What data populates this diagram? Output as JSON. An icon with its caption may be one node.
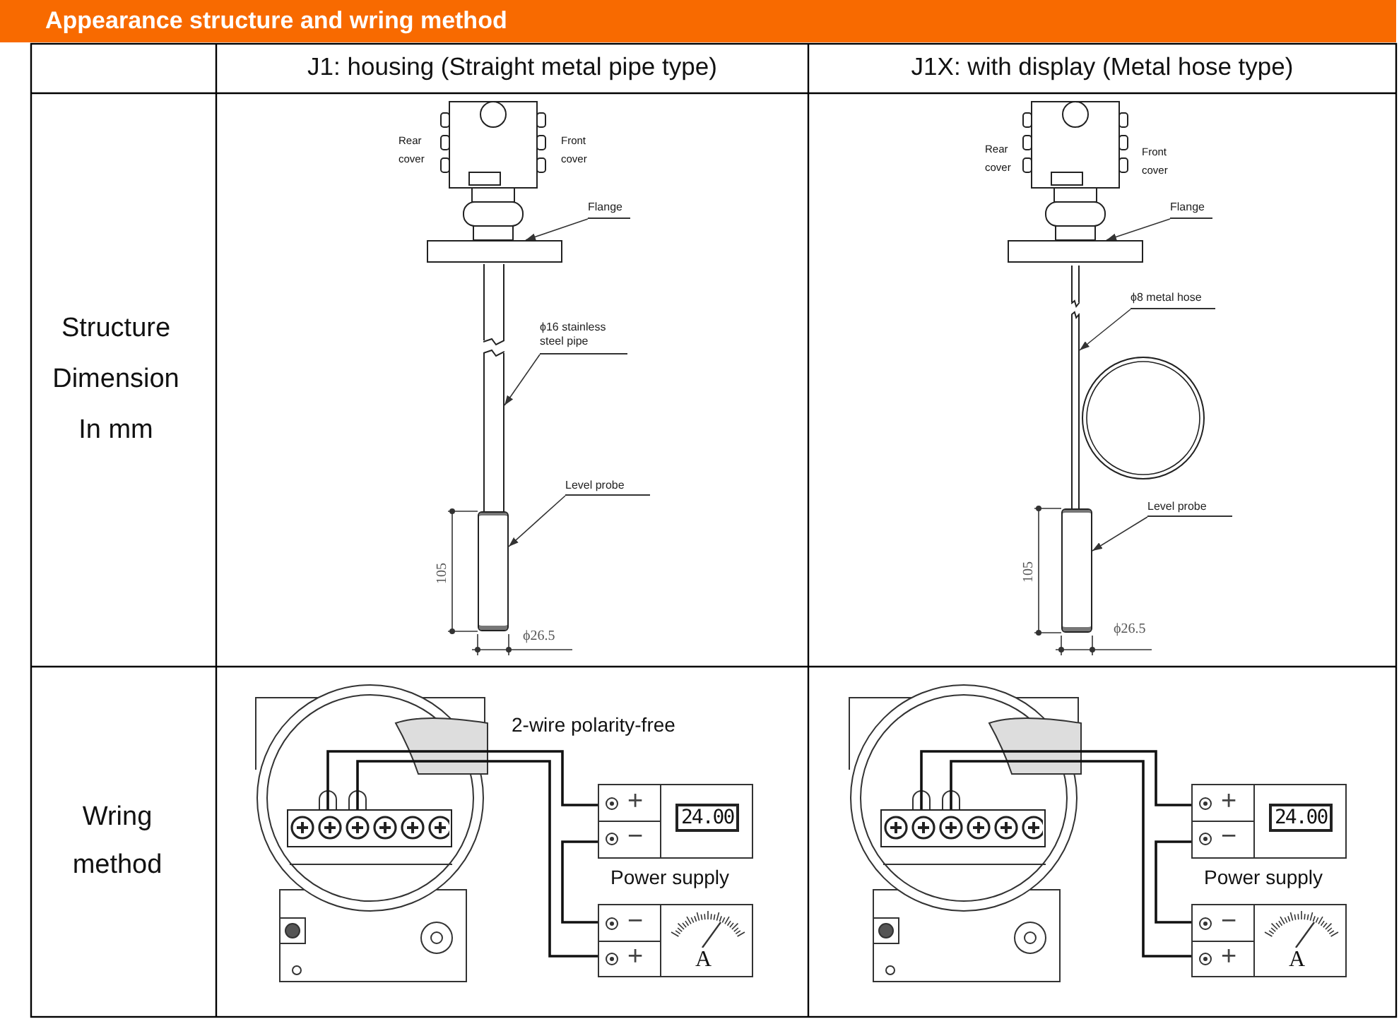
{
  "diagram": {
    "title": "Appearance structure and wring method",
    "nodes": [
      {
        "text": [
          "Flange"
        ]
      },
      {
        "text": [],
        "shape": "box"
      },
      {
        "text": [
          "ϕ16 stainless steel pipe"
        ]
      },
      {
        "text": [],
        "shape": "bar"
      },
      {
        "text": [
          "Level probe"
        ]
      },
      {
        "text": [],
        "shape": "cylinder"
      },
      {
        "text": [
          "Flange"
        ]
      },
      {
        "text": [],
        "shape": "box"
      },
      {
        "text": [
          "ϕ8 metal hose"
        ]
      },
      {
        "text": [],
        "shape": "bar"
      },
      {
        "text": [
          "Level probe"
        ]
      },
      {
        "text": [],
        "shape": "cylinder"
      },
      {
        "text": [],
        "shape": "box"
      },
      {
        "text": [
          "+",
          "−",
          "24.00"
        ],
        "beside": [
          "Power supply"
        ]
      },
      {
        "text": [
          "−",
          "+",
          "A"
        ]
      },
      {
        "text": [],
        "shape": "box"
      },
      {
        "text": [
          "+",
          "−",
          "24.00"
        ],
        "beside": [
          "Power supply"
        ]
      },
      {
        "text": [
          "−",
          "+",
          "A"
        ]
      }
    ],
    "edges": [
      {
        "from": 0,
        "to": 1,
        "arrow": "to"
      },
      {
        "from": 2,
        "to": 3,
        "arrow": "to"
      },
      {
        "from": 4,
        "to": 5,
        "arrow": "to"
      },
      {
        "from": 6,
        "to": 7,
        "arrow": "to"
      },
      {
        "from": 8,
        "to": 9,
        "arrow": "to"
      },
      {
        "from": 10,
        "to": 11,
        "arrow": "to"
      },
      {
        "from": 12,
        "to": 13,
        "arrow": "none"
      },
      {
        "from": 13,
        "to": 14,
        "arrow": "none"
      },
      {
        "from": 14,
        "to": 12,
        "arrow": "none"
      },
      {
        "from": 15,
        "to": 16,
        "arrow": "none"
      },
      {
        "from": 16,
        "to": 17,
        "arrow": "none"
      },
      {
        "from": 17,
        "to": 15,
        "arrow": "none"
      }
    ],
    "labels": [
      "J1: housing (Straight metal pipe type)",
      "J1X: with display (Metal hose type)",
      "Structure Dimension In mm",
      "Rear cover",
      "Front cover",
      "105",
      "ϕ26.5",
      "Rear cover",
      "Front cover",
      "105",
      "ϕ26.5",
      "Wring method",
      "2-wire polarity-free"
    ]
  }
}
